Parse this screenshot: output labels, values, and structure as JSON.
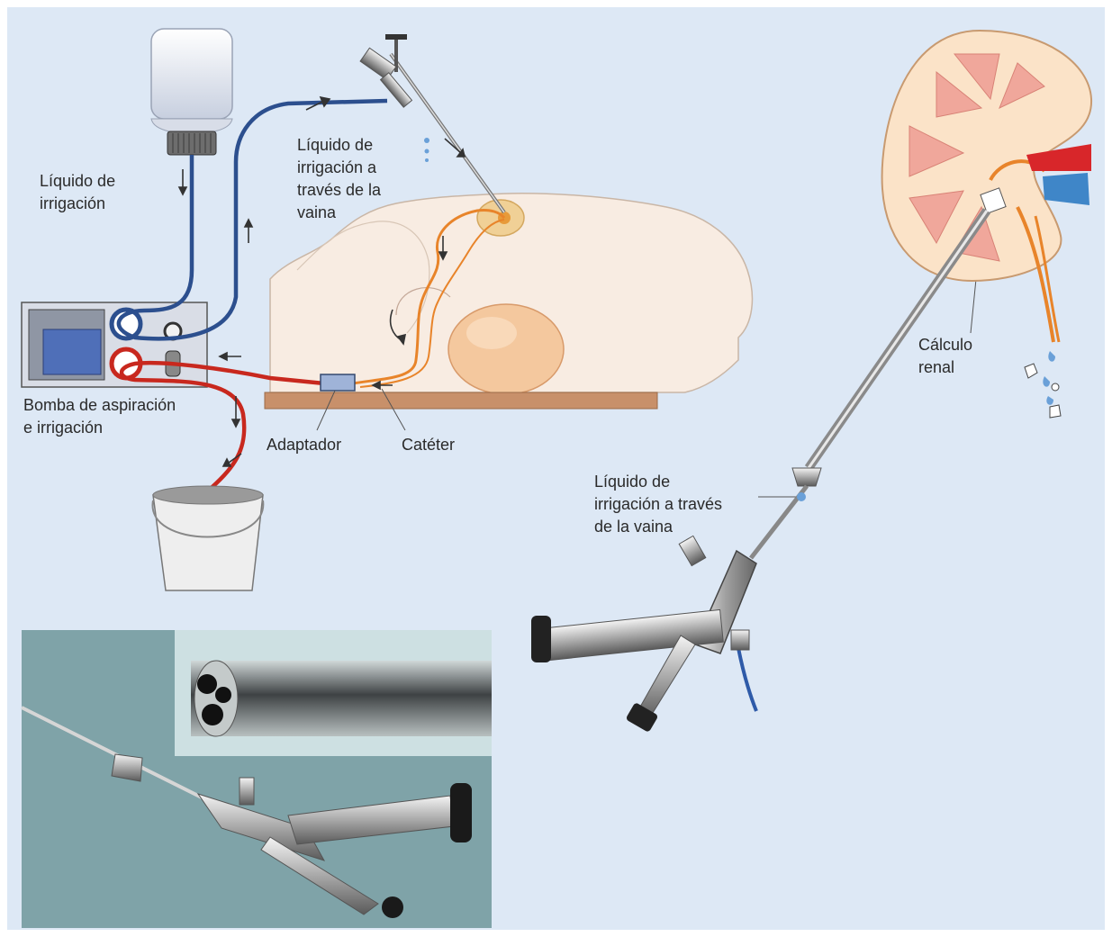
{
  "labels": {
    "irrigation_fluid": [
      "Líquido de",
      "irrigación"
    ],
    "sheath_fluid_top": [
      "Líquido de",
      "irrigación a",
      "través de la",
      "vaina"
    ],
    "pump": [
      "Bomba de aspiración",
      "e irrigación"
    ],
    "adapter": "Adaptador",
    "catheter": "Catéter",
    "kidney_stone": [
      "Cálculo",
      "renal"
    ],
    "sheath_fluid_right": [
      "Líquido de",
      "irrigación a través",
      "de la vaina"
    ]
  },
  "colors": {
    "background": "#dde8f5",
    "irrigation_tube": "#2c4f8e",
    "aspiration_tube": "#c8281e",
    "catheter": "#e8842a",
    "patient_skin": "#f8ece2",
    "table": "#c8906a",
    "photo_panel": "#7fa3a8"
  }
}
